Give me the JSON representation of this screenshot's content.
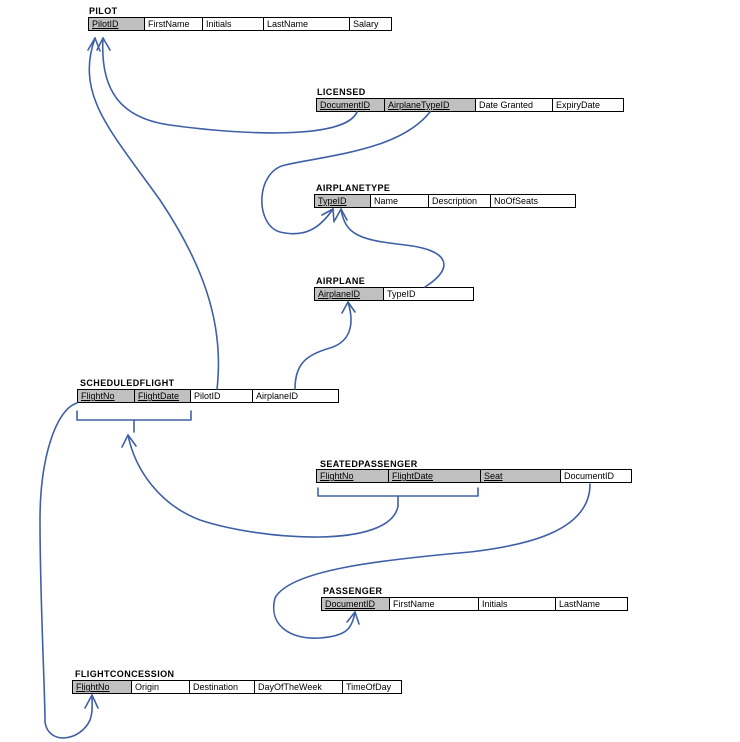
{
  "colors": {
    "arrow": "#3f60a6",
    "key_fill": "#c0c0c0"
  },
  "relations": {
    "pilot": {
      "name": "PILOT",
      "fields": [
        {
          "label": "PilotID",
          "key": true
        },
        {
          "label": "FirstName"
        },
        {
          "label": "Initials"
        },
        {
          "label": "LastName"
        },
        {
          "label": "Salary"
        }
      ]
    },
    "licensed": {
      "name": "LICENSED",
      "fields": [
        {
          "label": "DocumentID",
          "key": true
        },
        {
          "label": "AirplaneTypeID",
          "key": true
        },
        {
          "label": "Date Granted"
        },
        {
          "label": "ExpiryDate"
        }
      ]
    },
    "airplanetype": {
      "name": "AIRPLANETYPE",
      "fields": [
        {
          "label": "TypeID",
          "key": true
        },
        {
          "label": "Name"
        },
        {
          "label": "Description"
        },
        {
          "label": "NoOfSeats"
        }
      ]
    },
    "airplane": {
      "name": "AIRPLANE",
      "fields": [
        {
          "label": "AirplaneID",
          "key": true
        },
        {
          "label": "TypeID"
        }
      ]
    },
    "scheduledflight": {
      "name": "SCHEDULEDFLIGHT",
      "fields": [
        {
          "label": "FlightNo",
          "key": true
        },
        {
          "label": "FlightDate",
          "key": true
        },
        {
          "label": "PilotID"
        },
        {
          "label": "AirplaneID"
        }
      ]
    },
    "seatedpassenger": {
      "name": "SEATEDPASSENGER",
      "fields": [
        {
          "label": "FlightNo",
          "key": true
        },
        {
          "label": "FlightDate",
          "key": true
        },
        {
          "label": "Seat",
          "key": true
        },
        {
          "label": "DocumentID"
        }
      ]
    },
    "passenger": {
      "name": "PASSENGER",
      "fields": [
        {
          "label": "DocumentID",
          "key": true
        },
        {
          "label": "FirstName"
        },
        {
          "label": "Initials"
        },
        {
          "label": "LastName"
        }
      ]
    },
    "flightconcession": {
      "name": "FLIGHTCONCESSION",
      "fields": [
        {
          "label": "FlightNo",
          "key": true
        },
        {
          "label": "Origin"
        },
        {
          "label": "Destination"
        },
        {
          "label": "DayOfTheWeek"
        },
        {
          "label": "TimeOfDay"
        }
      ]
    }
  }
}
